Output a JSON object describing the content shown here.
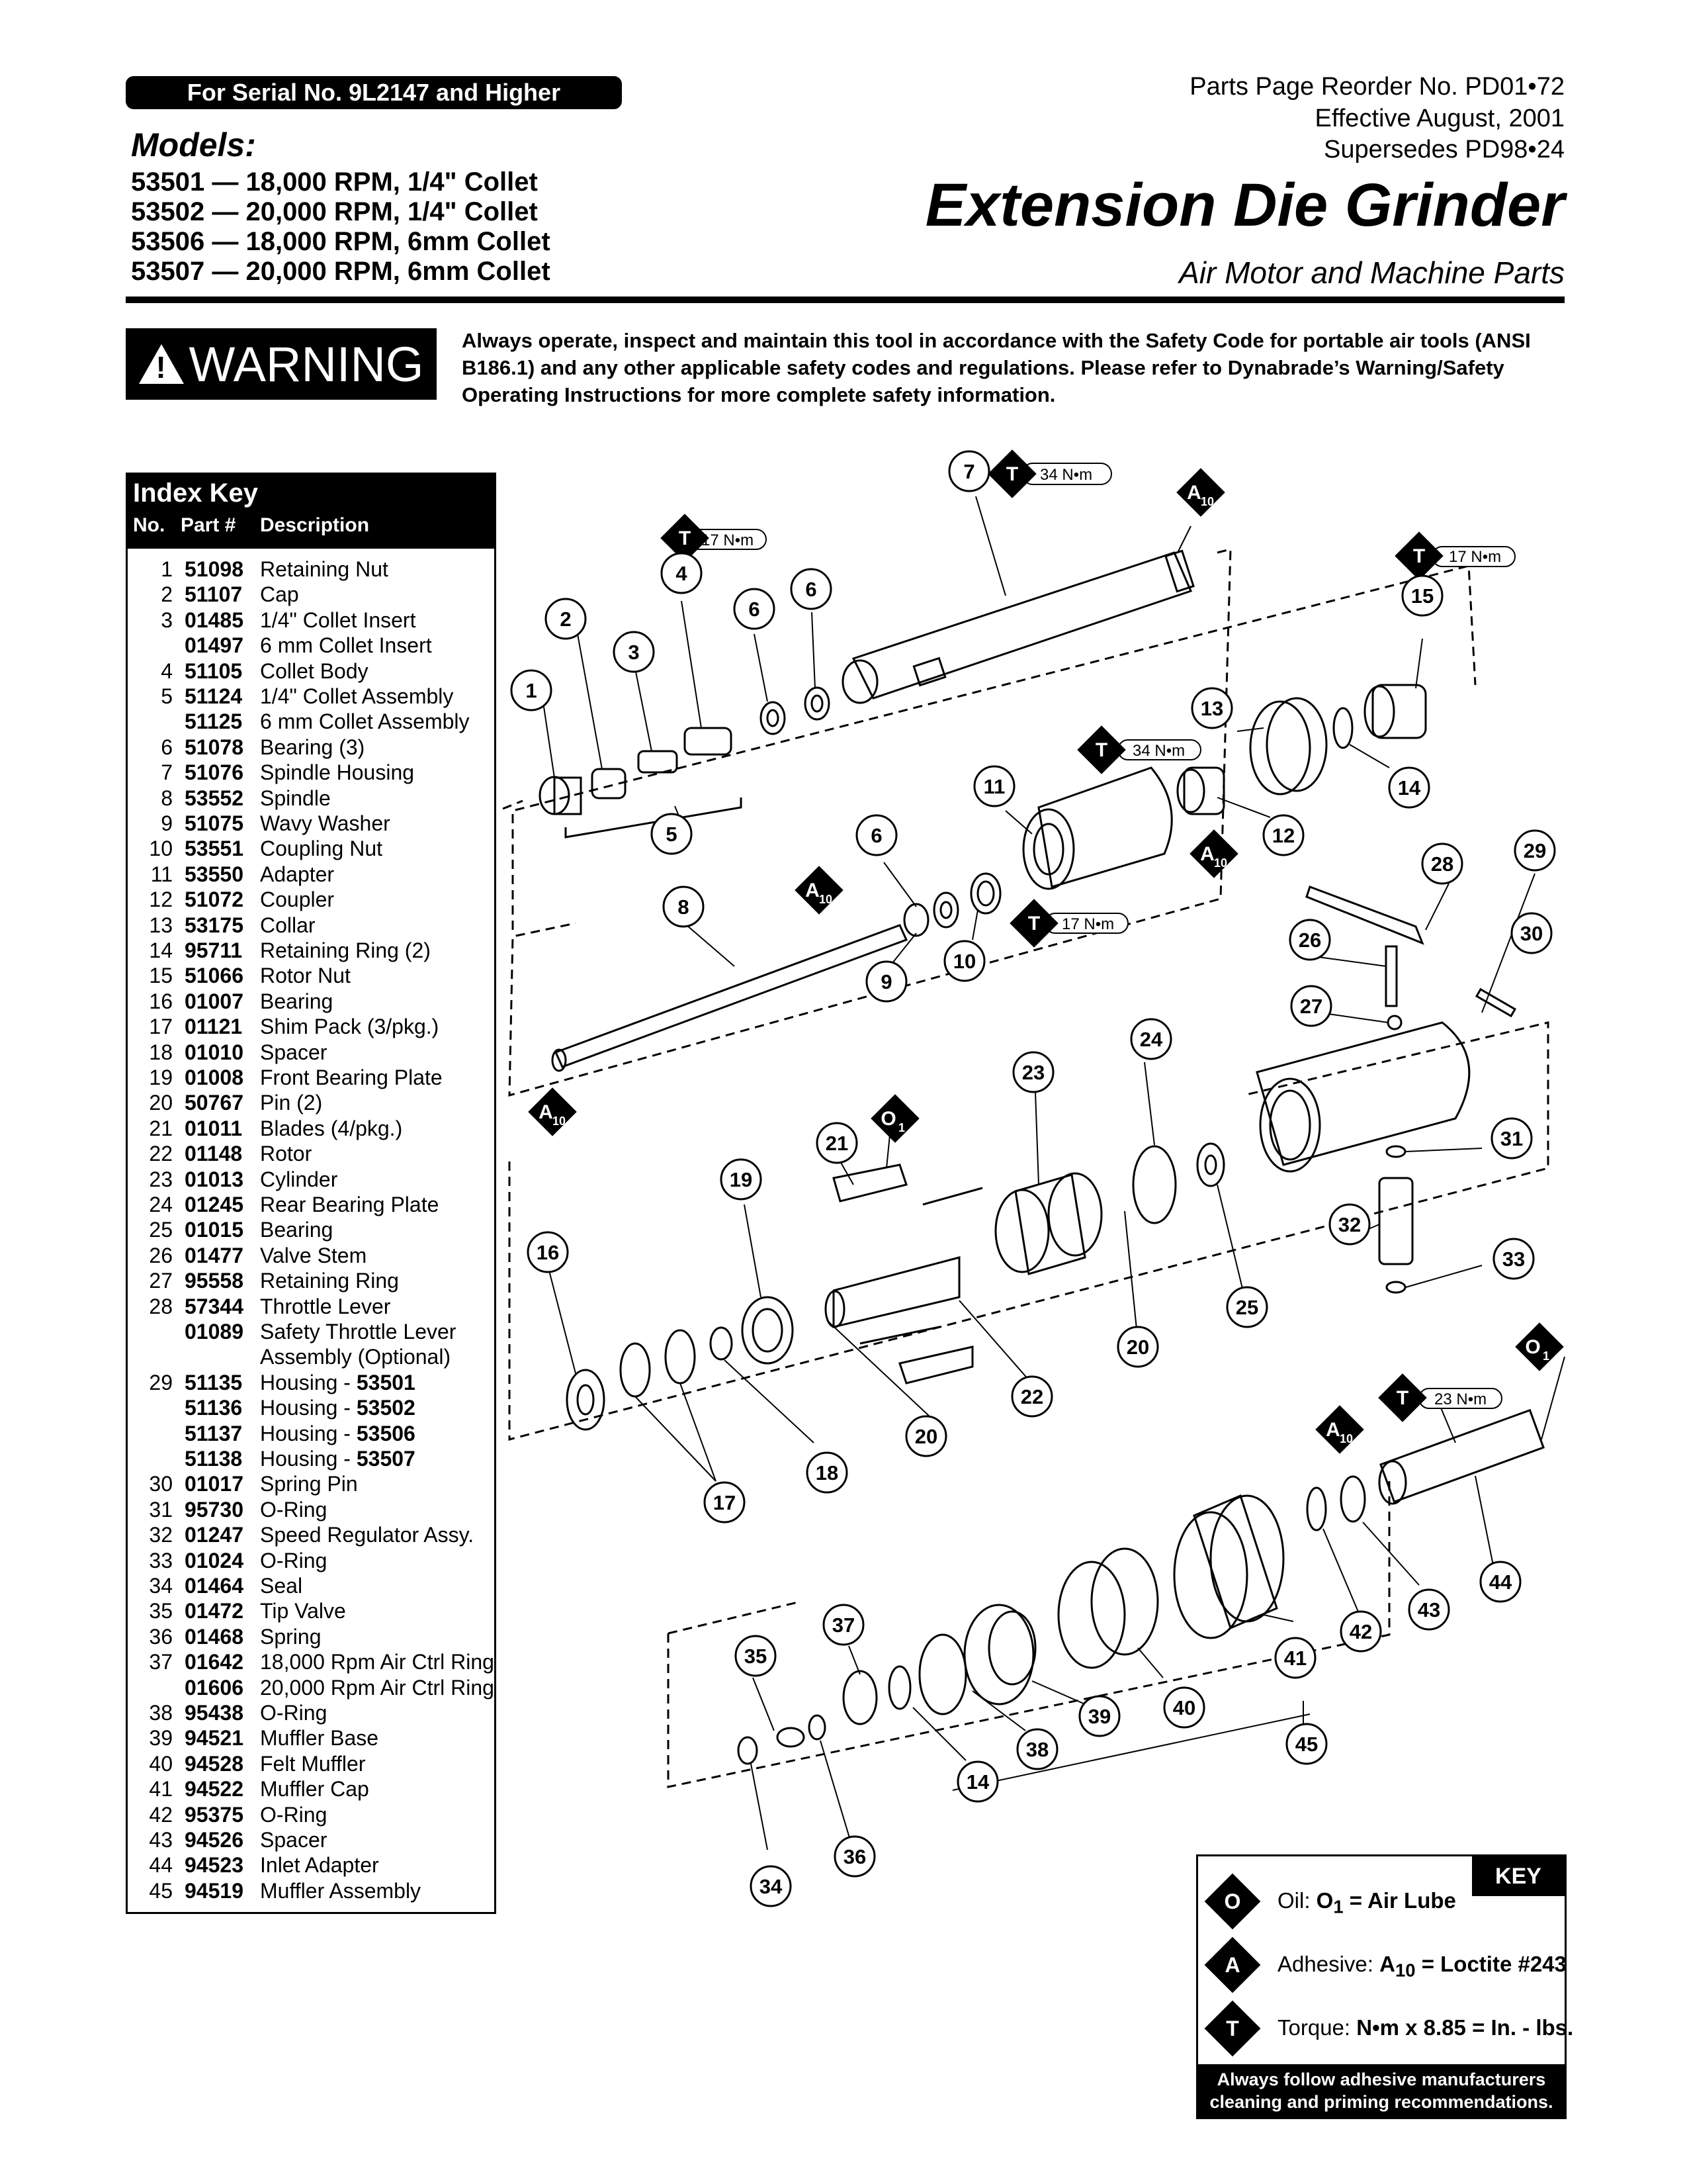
{
  "header": {
    "serial_badge": "For Serial No. 9L2147 and Higher",
    "models_heading": "Models:",
    "models": [
      "53501 — 18,000 RPM, 1/4\" Collet",
      "53502 — 20,000 RPM, 1/4\" Collet",
      "53506 — 18,000 RPM, 6mm Collet",
      "53507 — 20,000 RPM, 6mm Collet"
    ],
    "reorder": "Parts Page Reorder No. PD01•72",
    "effective": "Effective August, 2001",
    "supersedes": "Supersedes PD98•24",
    "title": "Extension Die Grinder",
    "subtitle": "Air Motor and Machine Parts"
  },
  "warning": {
    "badge": "WARNING",
    "text": "Always operate, inspect and maintain this tool in accordance with the Safety Code for portable air tools (ANSI B186.1) and any other applicable safety codes and regulations. Please refer to Dynabrade’s Warning/Safety Operating Instructions for more complete safety information."
  },
  "index_key": {
    "title": "Index Key",
    "col_no": "No.",
    "col_part": "Part #",
    "col_desc": "Description",
    "rows": [
      {
        "no": "1",
        "part": "51098",
        "desc": "Retaining Nut"
      },
      {
        "no": "2",
        "part": "51107",
        "desc": "Cap"
      },
      {
        "no": "3",
        "part": "01485",
        "desc": "1/4\" Collet Insert"
      },
      {
        "no": "",
        "part": "01497",
        "desc": "6 mm Collet Insert"
      },
      {
        "no": "4",
        "part": "51105",
        "desc": "Collet Body"
      },
      {
        "no": "5",
        "part": "51124",
        "desc": "1/4\" Collet Assembly"
      },
      {
        "no": "",
        "part": "51125",
        "desc": "6 mm Collet Assembly"
      },
      {
        "no": "6",
        "part": "51078",
        "desc": "Bearing (3)"
      },
      {
        "no": "7",
        "part": "51076",
        "desc": "Spindle Housing"
      },
      {
        "no": "8",
        "part": "53552",
        "desc": "Spindle"
      },
      {
        "no": "9",
        "part": "51075",
        "desc": "Wavy Washer"
      },
      {
        "no": "10",
        "part": "53551",
        "desc": "Coupling Nut"
      },
      {
        "no": "11",
        "part": "53550",
        "desc": "Adapter"
      },
      {
        "no": "12",
        "part": "51072",
        "desc": "Coupler"
      },
      {
        "no": "13",
        "part": "53175",
        "desc": "Collar"
      },
      {
        "no": "14",
        "part": "95711",
        "desc": "Retaining Ring (2)"
      },
      {
        "no": "15",
        "part": "51066",
        "desc": "Rotor Nut"
      },
      {
        "no": "16",
        "part": "01007",
        "desc": "Bearing"
      },
      {
        "no": "17",
        "part": "01121",
        "desc": "Shim Pack (3/pkg.)"
      },
      {
        "no": "18",
        "part": "01010",
        "desc": "Spacer"
      },
      {
        "no": "19",
        "part": "01008",
        "desc": "Front Bearing Plate"
      },
      {
        "no": "20",
        "part": "50767",
        "desc": "Pin (2)"
      },
      {
        "no": "21",
        "part": "01011",
        "desc": "Blades (4/pkg.)"
      },
      {
        "no": "22",
        "part": "01148",
        "desc": "Rotor"
      },
      {
        "no": "23",
        "part": "01013",
        "desc": "Cylinder"
      },
      {
        "no": "24",
        "part": "01245",
        "desc": "Rear Bearing Plate"
      },
      {
        "no": "25",
        "part": "01015",
        "desc": "Bearing"
      },
      {
        "no": "26",
        "part": "01477",
        "desc": "Valve Stem"
      },
      {
        "no": "27",
        "part": "95558",
        "desc": "Retaining Ring"
      },
      {
        "no": "28",
        "part": "57344",
        "desc": "Throttle Lever"
      },
      {
        "no": "",
        "part": "01089",
        "desc": "Safety Throttle Lever"
      },
      {
        "no": "",
        "part": "",
        "desc": "Assembly (Optional)"
      },
      {
        "no": "29",
        "part": "51135",
        "desc": "Housing - ",
        "model": "53501"
      },
      {
        "no": "",
        "part": "51136",
        "desc": "Housing - ",
        "model": "53502"
      },
      {
        "no": "",
        "part": "51137",
        "desc": "Housing - ",
        "model": "53506"
      },
      {
        "no": "",
        "part": "51138",
        "desc": "Housing - ",
        "model": "53507"
      },
      {
        "no": "30",
        "part": "01017",
        "desc": "Spring Pin"
      },
      {
        "no": "31",
        "part": "95730",
        "desc": "O-Ring"
      },
      {
        "no": "32",
        "part": "01247",
        "desc": "Speed Regulator Assy."
      },
      {
        "no": "33",
        "part": "01024",
        "desc": "O-Ring"
      },
      {
        "no": "34",
        "part": "01464",
        "desc": "Seal"
      },
      {
        "no": "35",
        "part": "01472",
        "desc": "Tip Valve"
      },
      {
        "no": "36",
        "part": "01468",
        "desc": "Spring"
      },
      {
        "no": "37",
        "part": "01642",
        "desc": "18,000 Rpm Air Ctrl Ring"
      },
      {
        "no": "",
        "part": "01606",
        "desc": "20,000 Rpm Air Ctrl Ring"
      },
      {
        "no": "38",
        "part": "95438",
        "desc": "O-Ring"
      },
      {
        "no": "39",
        "part": "94521",
        "desc": "Muffler Base"
      },
      {
        "no": "40",
        "part": "94528",
        "desc": "Felt Muffler"
      },
      {
        "no": "41",
        "part": "94522",
        "desc": "Muffler Cap"
      },
      {
        "no": "42",
        "part": "95375",
        "desc": "O-Ring"
      },
      {
        "no": "43",
        "part": "94526",
        "desc": "Spacer"
      },
      {
        "no": "44",
        "part": "94523",
        "desc": "Inlet Adapter"
      },
      {
        "no": "45",
        "part": "94519",
        "desc": "Muffler Assembly"
      }
    ]
  },
  "diagram": {
    "torque_17": "17 N•m",
    "torque_34": "34 N•m",
    "torque_23": "23 N•m",
    "sym_T": "T",
    "sym_A": "A",
    "sub_10": "10",
    "sym_O": "O",
    "sub_1": "1",
    "callouts": [
      "1",
      "2",
      "3",
      "4",
      "5",
      "6",
      "6",
      "6",
      "7",
      "8",
      "9",
      "10",
      "11",
      "12",
      "13",
      "14",
      "15",
      "16",
      "17",
      "18",
      "19",
      "20",
      "20",
      "21",
      "22",
      "23",
      "24",
      "25",
      "26",
      "27",
      "28",
      "29",
      "30",
      "31",
      "32",
      "33",
      "34",
      "35",
      "36",
      "37",
      "38",
      "39",
      "40",
      "41",
      "42",
      "43",
      "44",
      "14",
      "45"
    ]
  },
  "key": {
    "tab": "KEY",
    "oil_label": "Oil: ",
    "oil_value": "O",
    "oil_sub": "1",
    "oil_rest": " = Air Lube",
    "adhesive_label": "Adhesive: ",
    "adhesive_value": "A",
    "adhesive_sub": "10",
    "adhesive_rest": " = Loctite  #243",
    "torque_label": "Torque: ",
    "torque_value": "N•m x 8.85 = In. - lbs.",
    "sym_O": "O",
    "sym_A": "A",
    "sym_T": "T",
    "footer": "Always follow adhesive manufacturers cleaning and priming recommendations."
  }
}
